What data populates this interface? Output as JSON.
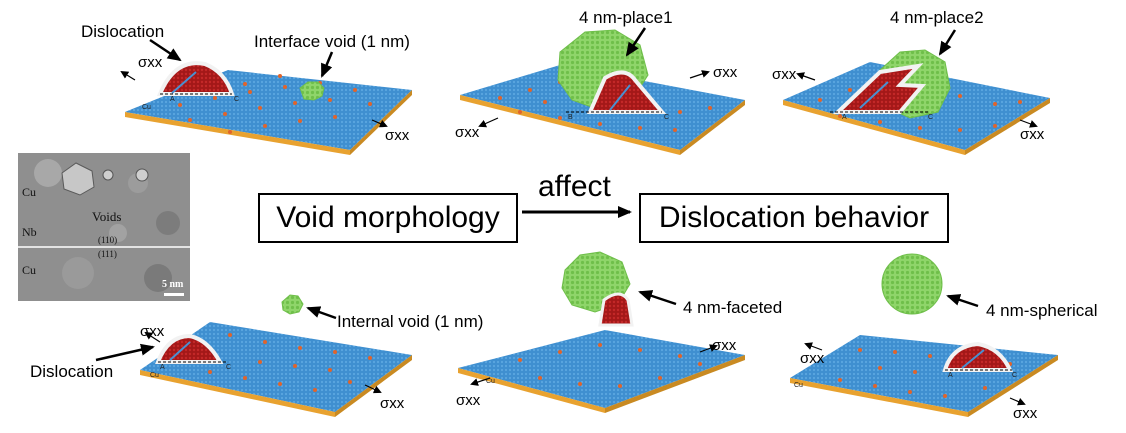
{
  "labels": {
    "dislocation_top": "Dislocation",
    "interface_void": "Interface void (1 nm)",
    "place1": "4 nm-place1",
    "place2": "4 nm-place2",
    "internal_void": "Internal void (1 nm)",
    "faceted": "4 nm-faceted",
    "spherical": "4 nm-spherical",
    "dislocation_bottom": "Dislocation"
  },
  "stress_label": "σxx",
  "flow": {
    "left_box": "Void morphology",
    "arrow_label": "affect",
    "right_box": "Dislocation behavior"
  },
  "tem": {
    "cu_top": "Cu",
    "voids": "Voids",
    "nb": "Nb",
    "plane_110": "(110)",
    "plane_111": "(111)",
    "cu_bottom": "Cu",
    "scale": "5 nm"
  },
  "slab_letters": {
    "a": "A",
    "b": "B",
    "c": "C",
    "cu": "Cu"
  },
  "colors": {
    "slab": "#3f8fd0",
    "slab_edge": "#e8a230",
    "marks": "#e0642c",
    "dislocation": "#a31818",
    "dislocation_rim": "#f2f2f2",
    "void": "#8fd56a"
  }
}
